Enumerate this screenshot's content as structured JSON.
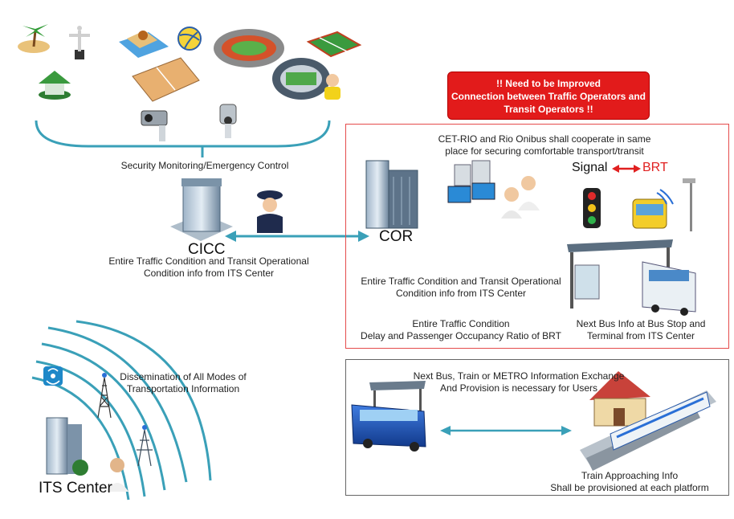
{
  "alert": {
    "line1": "!! Need to be Improved",
    "line2": "Connection between Traffic Operators and",
    "line3": "Transit Operators  !!"
  },
  "security": {
    "label": "Security Monitoring/Emergency Control"
  },
  "cicc": {
    "label": "CICC",
    "info_line1": "Entire Traffic Condition and Transit Operational",
    "info_line2": "Condition info from ITS Center"
  },
  "cor": {
    "label": "COR",
    "cooperate_line1": "CET-RIO and Rio Onibus shall cooperate in same",
    "cooperate_line2": "place for securing comfortable transport/transit",
    "signal_label": "Signal",
    "brt_label": "BRT",
    "info_line1": "Entire Traffic Condition and Transit Operational",
    "info_line2": "Condition info from ITS Center",
    "delay_line1": "Entire Traffic Condition",
    "delay_line2": "Delay and Passenger Occupancy Ratio of BRT",
    "nextbus_line1": "Next Bus Info at Bus Stop and",
    "nextbus_line2": "Terminal from ITS Center"
  },
  "its": {
    "label": "ITS Center",
    "dissemination_line1": "Dissemination of All Modes of",
    "dissemination_line2": "Transportation Information"
  },
  "exchange": {
    "line1": "Next Bus, Train or METRO Information Exchange",
    "line2": "And Provision is necessary for Users",
    "train_line1": "Train Approaching Info",
    "train_line2": "Shall be provisioned at each platform"
  },
  "colors": {
    "alert": "#e21b1b",
    "link": "#3aa0b8",
    "cor_border": "#e54b4b",
    "brt_arrow": "#e02020"
  }
}
